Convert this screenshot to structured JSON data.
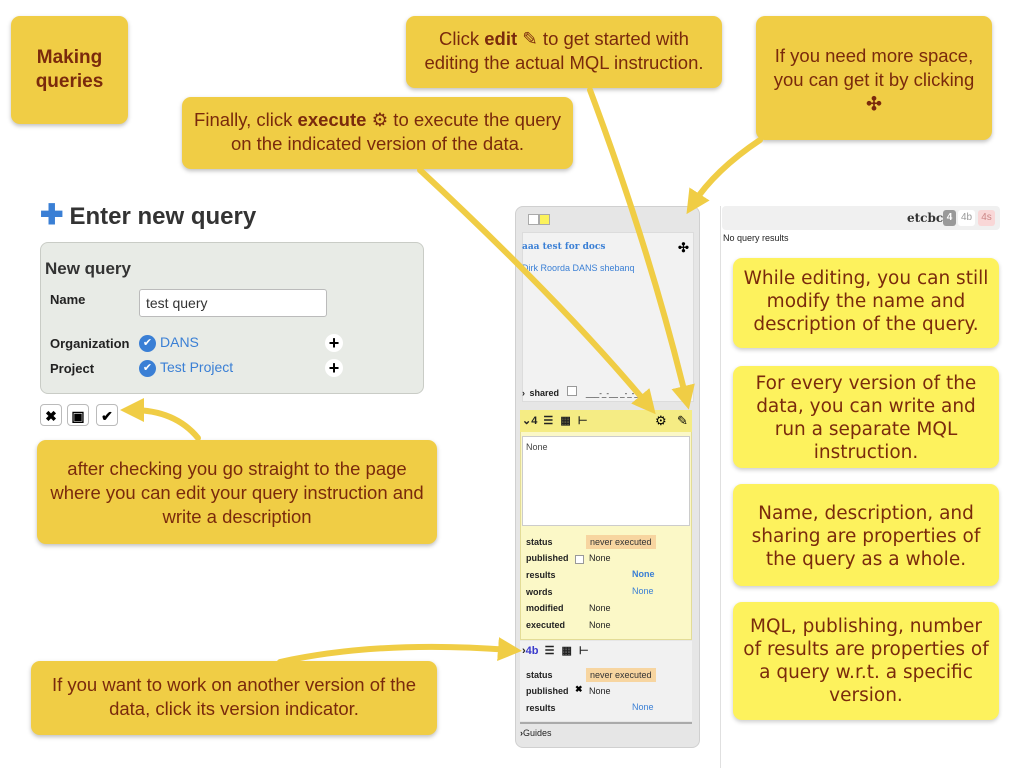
{
  "notes": {
    "making_queries": "Making queries",
    "finally_pre": "Finally, click ",
    "finally_bold": "execute",
    "finally_post": " to execute the query on the indicated version of the data.",
    "edit_pre": "Click ",
    "edit_bold": "edit",
    "edit_post": " to get started with editing the actual MQL instruction.",
    "space": "If you need more space, you can get it by clicking",
    "after_checking": "after checking you go straight to the page where you can edit your query instruction and write a description",
    "another_version": "If you want to work on another version of the data, click its version indicator.",
    "while_editing": "While editing, you can still modify the name and description of the query.",
    "every_version": "For every version of the data, you can write and run a separate MQL instruction.",
    "name_desc": "Name, description, and sharing are properties of the query as a whole.",
    "mql_pub": "MQL, publishing, number of results are properties of a query w.r.t. a specific version."
  },
  "form": {
    "title": "Enter new query",
    "panel_title": "New query",
    "name_label": "Name",
    "name_value": "test query",
    "org_label": "Organization",
    "org_value": "DANS",
    "project_label": "Project",
    "project_value": "Test Project"
  },
  "query": {
    "name": "aaa test for docs",
    "authors": "Dirk Roorda DANS shebanq",
    "shared_label": "shared",
    "shared_value": "___-_-__ _-_-__",
    "guides": "Guides"
  },
  "version4": {
    "label": "4",
    "mql": "None",
    "status_label": "status",
    "status_value": "never executed",
    "published_label": "published",
    "published_value": "None",
    "results_label": "results",
    "results_value": "None",
    "words_label": "words",
    "words_value": "None",
    "modified_label": "modified",
    "modified_value": "None",
    "executed_label": "executed",
    "executed_value": "None"
  },
  "version4b": {
    "label": "4b",
    "status_label": "status",
    "status_value": "never executed",
    "published_label": "published",
    "published_value": "None",
    "results_label": "results",
    "results_value": "None"
  },
  "results": {
    "db_name": "etcbc",
    "v4": "4",
    "v4b": "4b",
    "v4s": "4s",
    "empty": "No query results"
  }
}
